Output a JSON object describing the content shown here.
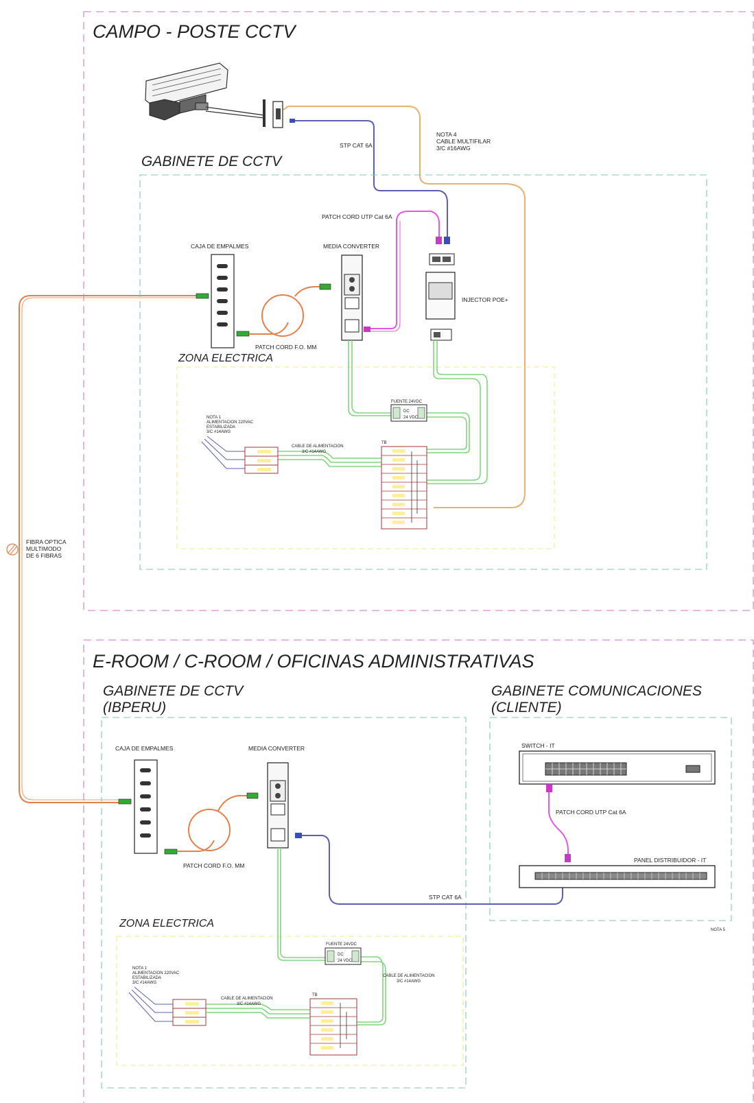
{
  "sections": {
    "campo_title": "CAMPO - POSTE CCTV",
    "eroom_title": "E-ROOM / C-ROOM / OFICINAS ADMINISTRATIVAS"
  },
  "campo": {
    "gabinete_title": "GABINETE DE CCTV",
    "stp_label": "STP CAT 6A",
    "nota4_lines": [
      "NOTA 4",
      "CABLE MULTIFILAR",
      "3/C #16AWG"
    ],
    "patch_utp_label": "PATCH CORD UTP Cat 6A",
    "caja_label": "CAJA DE EMPALMES",
    "media_label": "MEDIA CONVERTER",
    "injector_label": "INJECTOR POE+",
    "patch_fo_label": "PATCH CORD F.O. MM",
    "zona_title": "ZONA ELECTRICA",
    "fuente_label": "FUENTE 24VDC",
    "nota1_lines": [
      "NOTA 1",
      "ALIMENTACION 220VAC",
      "ESTABILIZADA",
      "3/C #14AWG"
    ],
    "cable_alim_lines": [
      "CABLE DE ALIMENTACION",
      "3/C #14AWG"
    ],
    "tb_label": "TB"
  },
  "fibra_lines": [
    "FIBRA OPTICA",
    "MULTIMODO",
    "DE 6 FIBRAS"
  ],
  "eroom": {
    "gabinete_title_lines": [
      "GABINETE DE CCTV",
      "(IBPERU)"
    ],
    "com_title_lines": [
      "GABINETE COMUNICACIONES",
      "(CLIENTE)"
    ],
    "caja_label": "CAJA DE EMPALMES",
    "media_label": "MEDIA CONVERTER",
    "patch_fo_label": "PATCH CORD F.O. MM",
    "switch_label": "SWITCH - IT",
    "patch_utp_label": "PATCH CORD UTP Cat 6A",
    "panel_label": "PANEL DISTRIBUIDOR - IT",
    "stp_label": "STP CAT 6A",
    "nota5": "NOTA 5",
    "zona_title": "ZONA ELECTRICA",
    "fuente_label": "FUENTE 24VDC",
    "nota1_lines": [
      "NOTA 1",
      "ALIMENTACION 220VAC",
      "ESTABILIZADA",
      "3/C #14AWG"
    ],
    "cable_alim_lines": [
      "CABLE DE ALIMENTACION",
      "3/C #14AWG"
    ],
    "cable_alim2_lines": [
      "CABLE DE ALIMENTACION",
      "3/C #14AWG"
    ],
    "tb_label": "TB"
  },
  "colors": {
    "section_border": "#d58fd5",
    "gabinete_border": "#7fc7b8",
    "zona_border": "#eeee88",
    "fiber": "#e57f4a",
    "stp": "#5a5fb0",
    "multifilar": "#e8b070",
    "utp_patch": "#e05ae0",
    "power": "#7fd67f"
  }
}
